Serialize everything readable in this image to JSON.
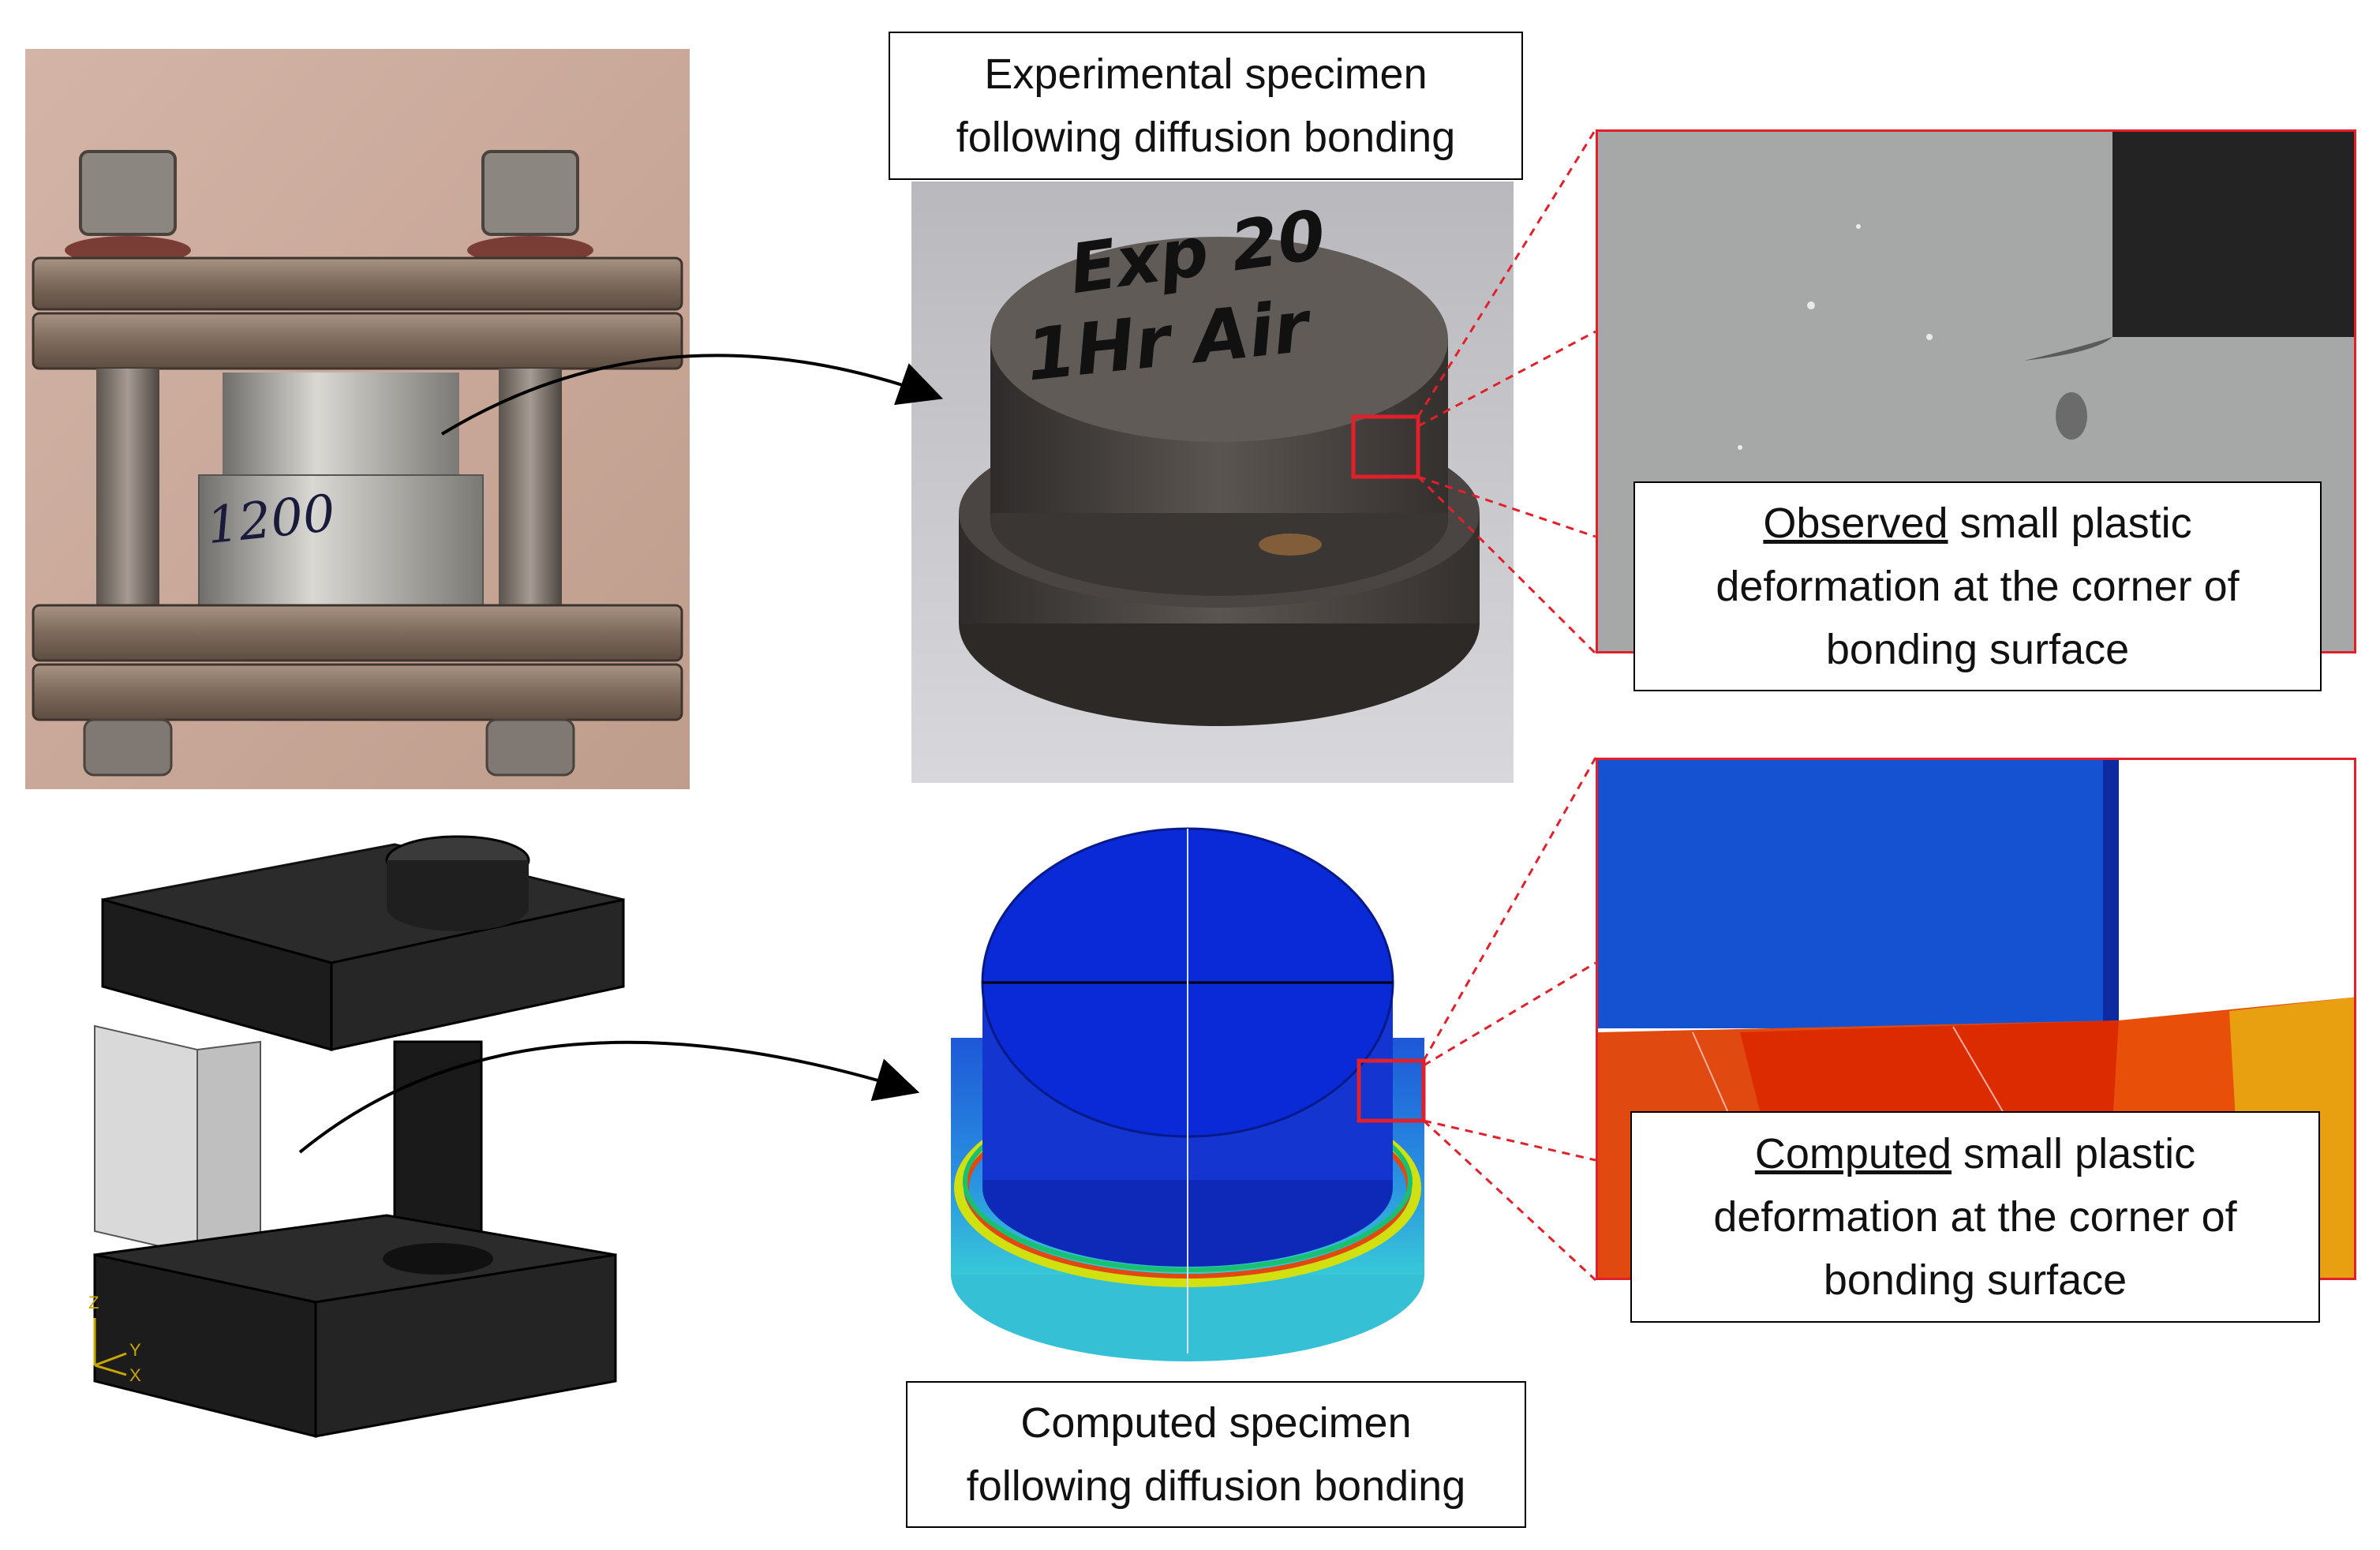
{
  "top_caption": {
    "line1": "Experimental specimen",
    "line2": "following diffusion bonding"
  },
  "bottom_caption": {
    "line1": "Computed specimen",
    "line2": "following diffusion bonding"
  },
  "observed_caption": {
    "keyword": "Observed",
    "line1_rest": " small plastic",
    "line2": "deformation at the corner of",
    "line3": "bonding surface"
  },
  "computed_caption": {
    "keyword": "Computed",
    "line1_rest": " small plastic",
    "line2": "deformation at the corner of",
    "line3": "bonding surface"
  },
  "specimen_markings": {
    "line1": "Exp 20",
    "line2": "1Hr Air",
    "fixture_label": "1200"
  },
  "axis_triad": {
    "z": "Z",
    "y": "Y",
    "x": "X"
  },
  "colors": {
    "callout_red": "#e0202a",
    "fea_blue": "#0a2ad8",
    "fea_orange": "#e04a10",
    "photo_bg": "#c9a99a"
  }
}
